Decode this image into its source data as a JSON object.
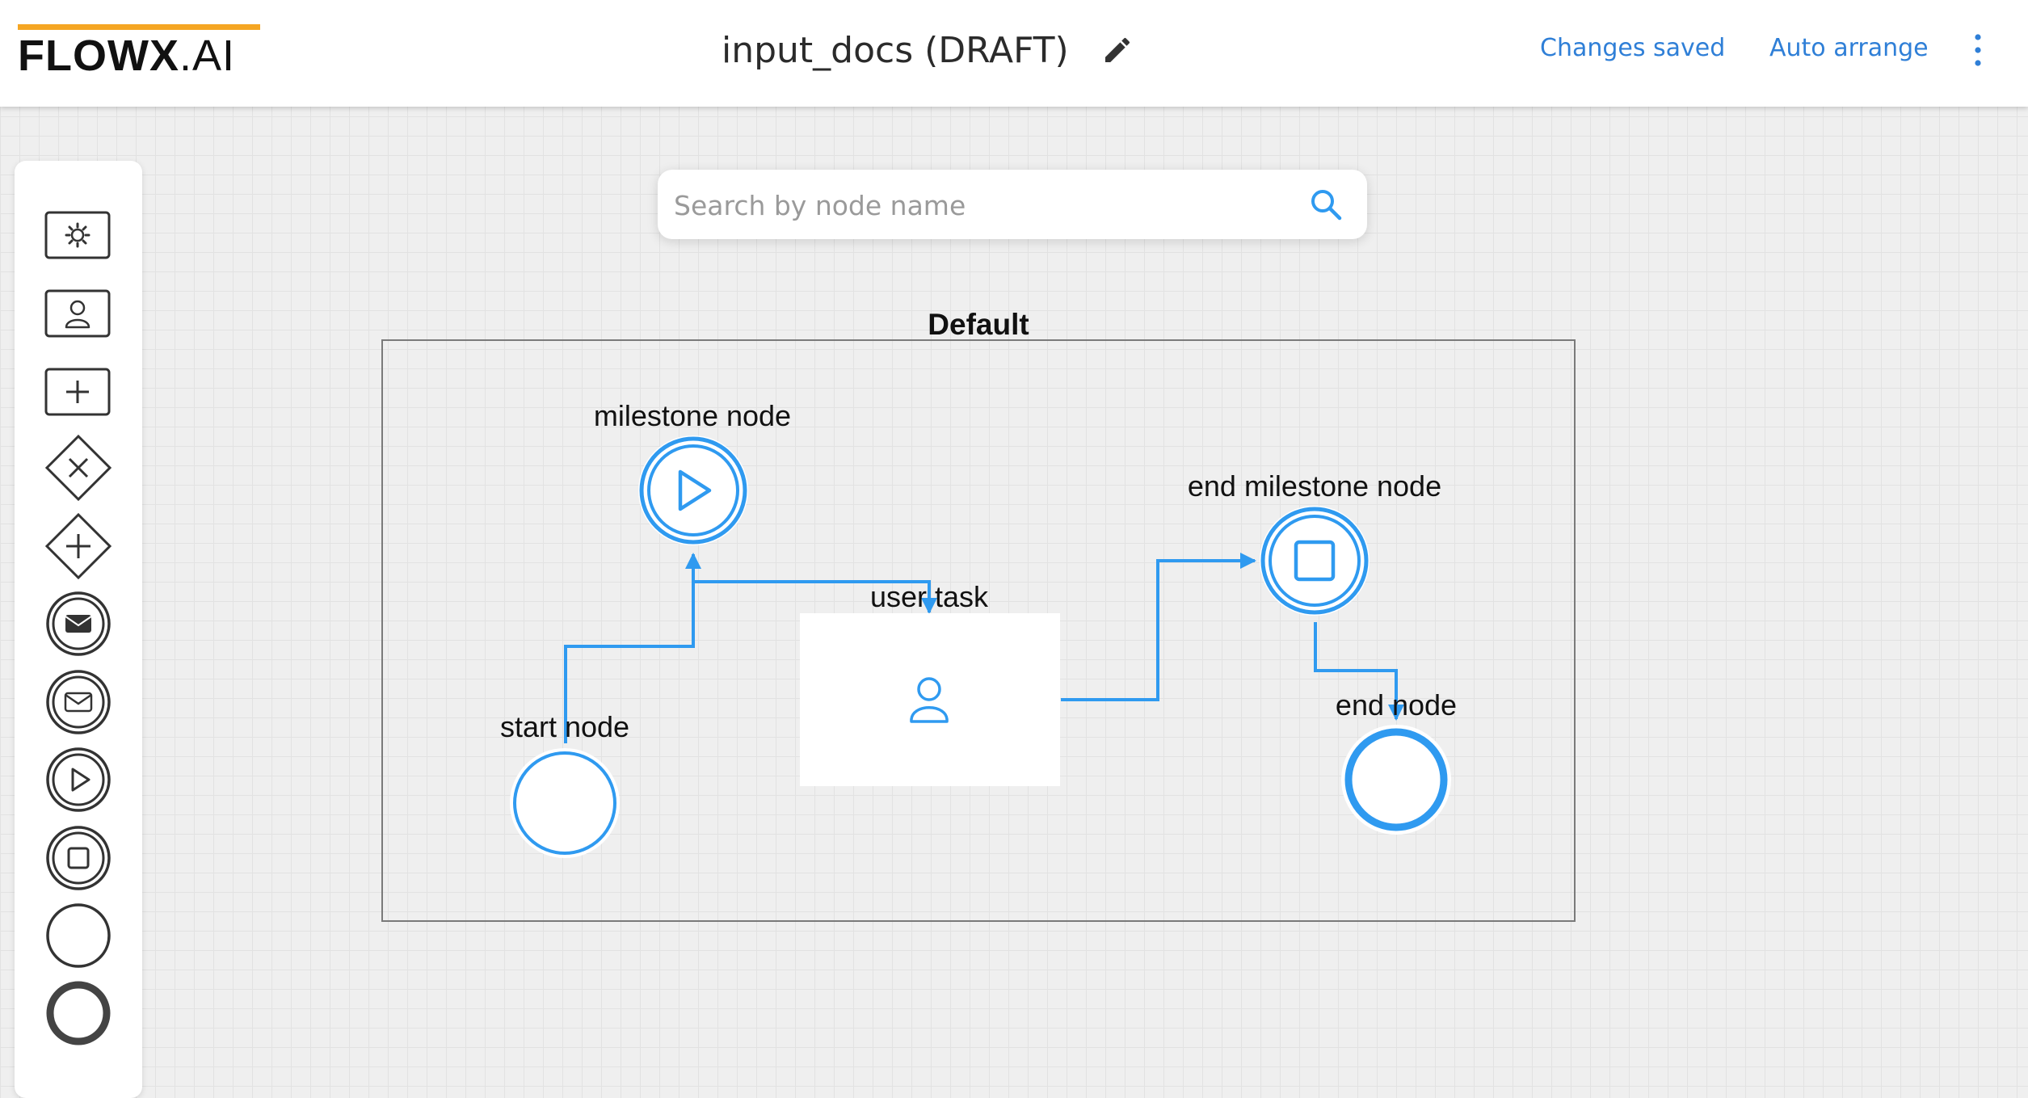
{
  "header": {
    "logo_bold": "FLOWX",
    "logo_light": ".AI",
    "title": "input_docs (DRAFT)",
    "edit_icon": "pencil-icon",
    "status": "Changes saved",
    "auto_arrange": "Auto arrange",
    "menu_icon": "more-vertical-icon"
  },
  "palette": {
    "items": [
      {
        "name": "settings-node",
        "icon": "gear-icon"
      },
      {
        "name": "user-task",
        "icon": "user-icon"
      },
      {
        "name": "subprocess",
        "icon": "plus-icon"
      },
      {
        "name": "exclusive-gateway",
        "icon": "x-diamond-icon"
      },
      {
        "name": "parallel-gateway",
        "icon": "plus-diamond-icon"
      },
      {
        "name": "message-send",
        "icon": "envelope-filled-icon"
      },
      {
        "name": "message-receive",
        "icon": "envelope-outline-icon"
      },
      {
        "name": "start-milestone",
        "icon": "play-circle-icon"
      },
      {
        "name": "end-milestone",
        "icon": "stop-circle-icon"
      },
      {
        "name": "start-node",
        "icon": "circle-icon"
      },
      {
        "name": "end-node",
        "icon": "thick-circle-icon"
      }
    ]
  },
  "search": {
    "placeholder": "Search by node name",
    "icon": "search-icon"
  },
  "diagram": {
    "swimlane_title": "Default",
    "nodes": {
      "milestone": "milestone node",
      "start": "start node",
      "user_task": "user task",
      "end_milestone": "end milestone node",
      "end": "end node"
    }
  },
  "colors": {
    "accent": "#2f9af0",
    "link": "#2f7fd7",
    "logo_bar": "#f5a623",
    "canvas_bg": "#efefef"
  }
}
